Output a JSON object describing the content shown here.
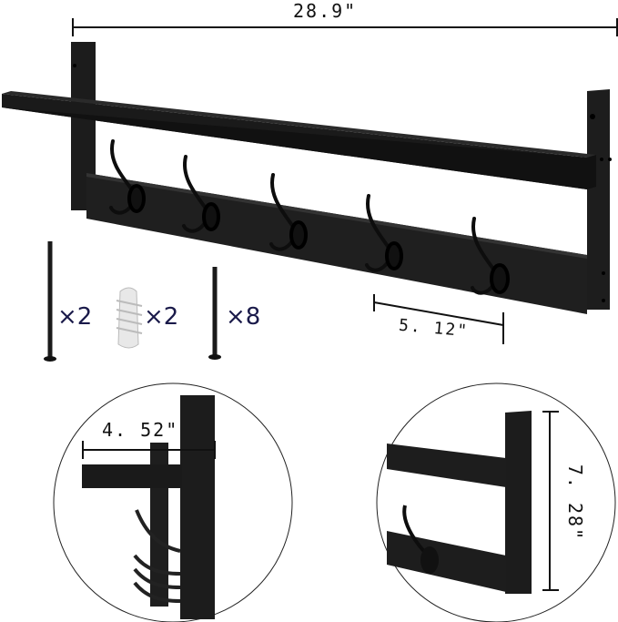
{
  "product": {
    "name": "Wall shelf coat rack with 5 hooks",
    "color": "#1b1b1b",
    "hook_count": 5
  },
  "dimensions": {
    "overall_width": "28.9\"",
    "hook_spacing": "5. 12\"",
    "depth": "4. 52\"",
    "height": "7. 28\""
  },
  "hardware": [
    {
      "name": "long-screw",
      "quantity": "×2"
    },
    {
      "name": "wall-anchor",
      "quantity": "×2"
    },
    {
      "name": "short-screw",
      "quantity": "×8"
    }
  ],
  "detail_views": [
    {
      "name": "side-view",
      "label": "4. 52\""
    },
    {
      "name": "corner-view",
      "label": "7. 28\""
    }
  ],
  "colors": {
    "metal": "#1b1b1b",
    "metal_light": "#2e2e2e",
    "anchor": "#e6e6e6",
    "qty_text": "#1a1a4a"
  }
}
